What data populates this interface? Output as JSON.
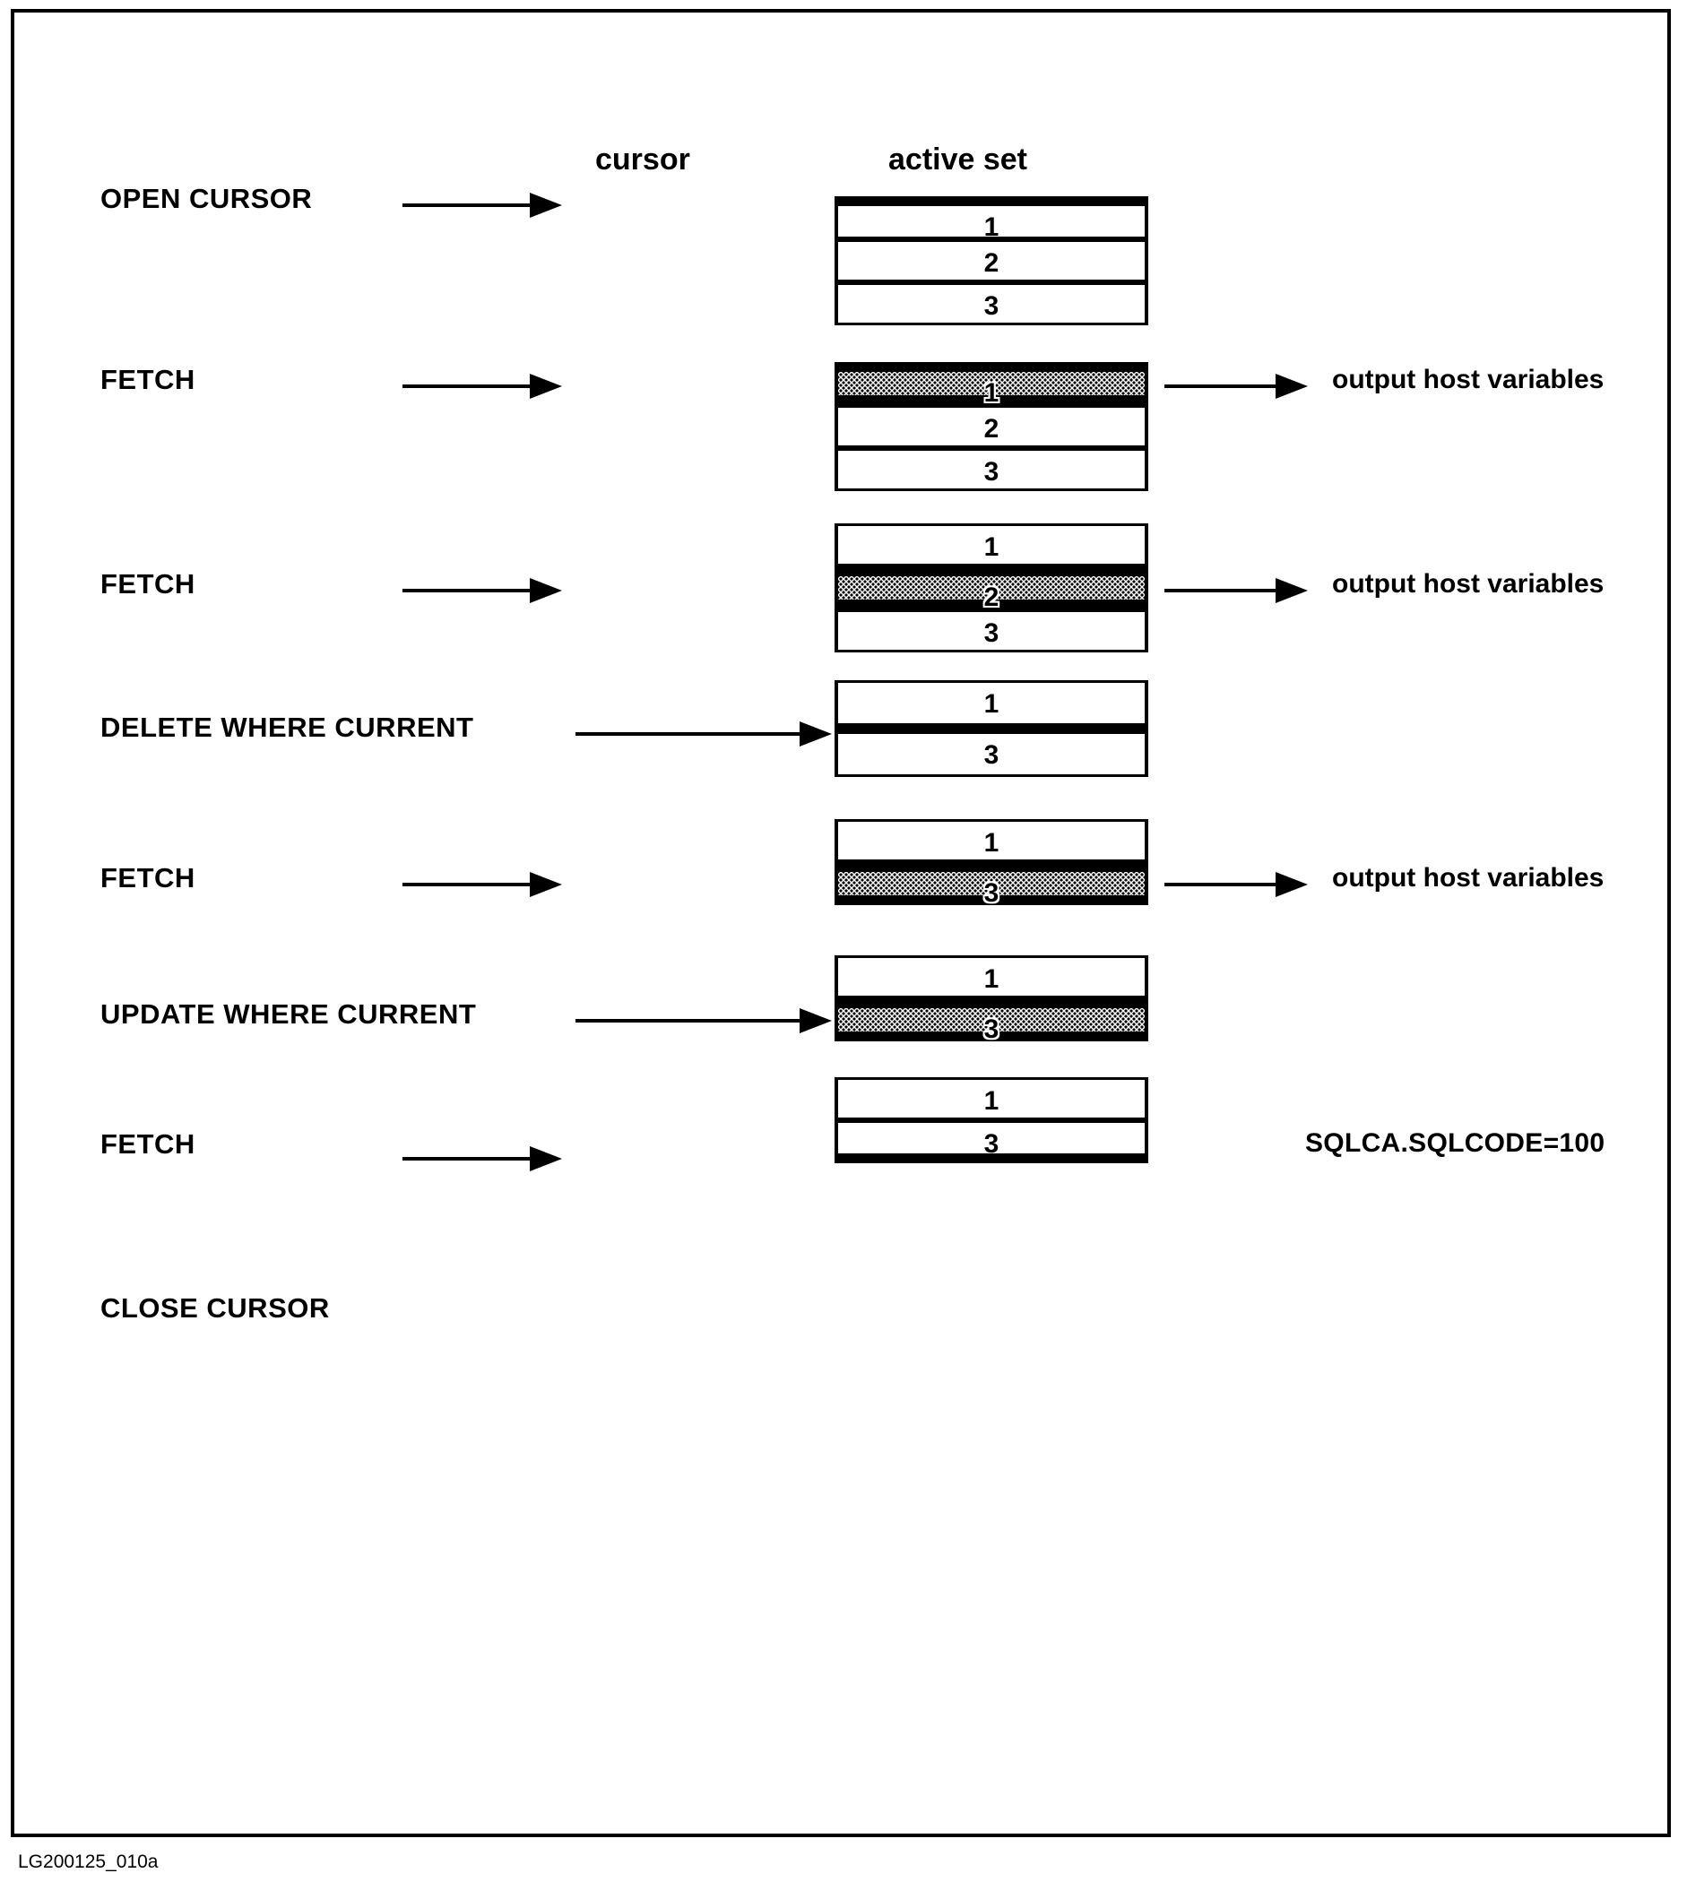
{
  "figure": {
    "caption": "LG200125_010a",
    "headers": {
      "cursor": "cursor",
      "active_set": "active set"
    }
  },
  "steps": [
    {
      "label": "OPEN CURSOR",
      "rows": [
        "1",
        "2",
        "3"
      ],
      "cursor": "above-first",
      "result": ""
    },
    {
      "label": "FETCH",
      "rows": [
        "1",
        "2",
        "3"
      ],
      "cursor": "on-row-1",
      "result": "output host variables"
    },
    {
      "label": "FETCH",
      "rows": [
        "1",
        "2",
        "3"
      ],
      "cursor": "on-row-2",
      "result": "output host variables"
    },
    {
      "label": "DELETE WHERE CURRENT",
      "rows": [
        "1",
        "3"
      ],
      "cursor": "between-rows",
      "result": ""
    },
    {
      "label": "FETCH",
      "rows": [
        "1",
        "3"
      ],
      "cursor": "on-row-3",
      "result": "output host variables"
    },
    {
      "label": "UPDATE WHERE CURRENT",
      "rows": [
        "1",
        "3"
      ],
      "cursor": "on-row-3",
      "result": ""
    },
    {
      "label": "FETCH",
      "rows": [
        "1",
        "3"
      ],
      "cursor": "below-last",
      "result": "SQLCA.SQLCODE=100"
    },
    {
      "label": "CLOSE CURSOR",
      "rows": [],
      "cursor": "none",
      "result": ""
    }
  ],
  "chart_data": {
    "type": "diagram",
    "title": "SQL cursor lifecycle over an active set",
    "columns": [
      "cursor",
      "active set"
    ],
    "sequence": [
      {
        "statement": "OPEN CURSOR",
        "active_set": [
          "1",
          "2",
          "3"
        ],
        "cursor_position": "before first row",
        "output": null
      },
      {
        "statement": "FETCH",
        "active_set": [
          "1",
          "2",
          "3"
        ],
        "cursor_position": "row 1",
        "output": "output host variables"
      },
      {
        "statement": "FETCH",
        "active_set": [
          "1",
          "2",
          "3"
        ],
        "cursor_position": "row 2",
        "output": "output host variables"
      },
      {
        "statement": "DELETE WHERE CURRENT",
        "active_set": [
          "1",
          "3"
        ],
        "cursor_position": "gap where row 2 was",
        "output": null
      },
      {
        "statement": "FETCH",
        "active_set": [
          "1",
          "3"
        ],
        "cursor_position": "row 3",
        "output": "output host variables"
      },
      {
        "statement": "UPDATE WHERE CURRENT",
        "active_set": [
          "1",
          "3"
        ],
        "cursor_position": "row 3",
        "output": null
      },
      {
        "statement": "FETCH",
        "active_set": [
          "1",
          "3"
        ],
        "cursor_position": "after last row",
        "output": "SQLCA.SQLCODE=100"
      },
      {
        "statement": "CLOSE CURSOR",
        "active_set": [],
        "cursor_position": "closed",
        "output": null
      }
    ]
  }
}
